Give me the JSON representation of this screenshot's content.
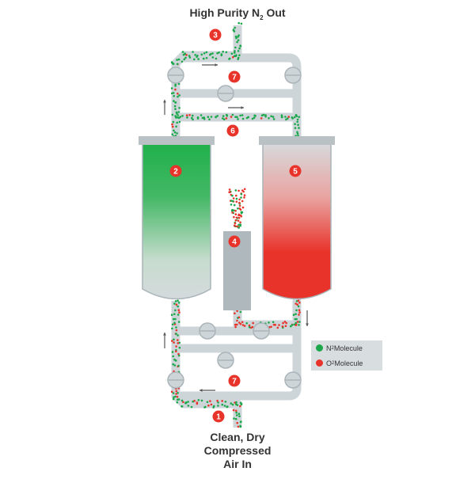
{
  "labels": {
    "top_title_prefix": "High Purity N",
    "top_title_sub": "2",
    "top_title_suffix": " Out",
    "bottom_title_lines": [
      "Clean, Dry",
      "Compressed",
      "Air In"
    ]
  },
  "legend": [
    {
      "prefix": "N",
      "sub": "2",
      "suffix": " Molecule",
      "color": "#1aa84a",
      "icon": "green-dot-icon"
    },
    {
      "prefix": "O",
      "sub": "2",
      "suffix": " Molecule",
      "color": "#e8332a",
      "icon": "red-dot-icon"
    }
  ],
  "markers": {
    "m1": "1",
    "m2": "2",
    "m3": "3",
    "m4": "4",
    "m5": "5",
    "m6": "6",
    "m7a": "7",
    "m7b": "7"
  },
  "colors": {
    "pipe": "#cdd5d9",
    "pipe_dark": "#aab4b9",
    "n2_green": "#1aa84a",
    "o2_red": "#e8332a",
    "marker_red": "#e8332a",
    "vessel_cap": "#b9c1c5",
    "valve": "#cdd5d9"
  },
  "icons": {
    "arrow": "arrow-icon",
    "valve": "valve-icon"
  }
}
